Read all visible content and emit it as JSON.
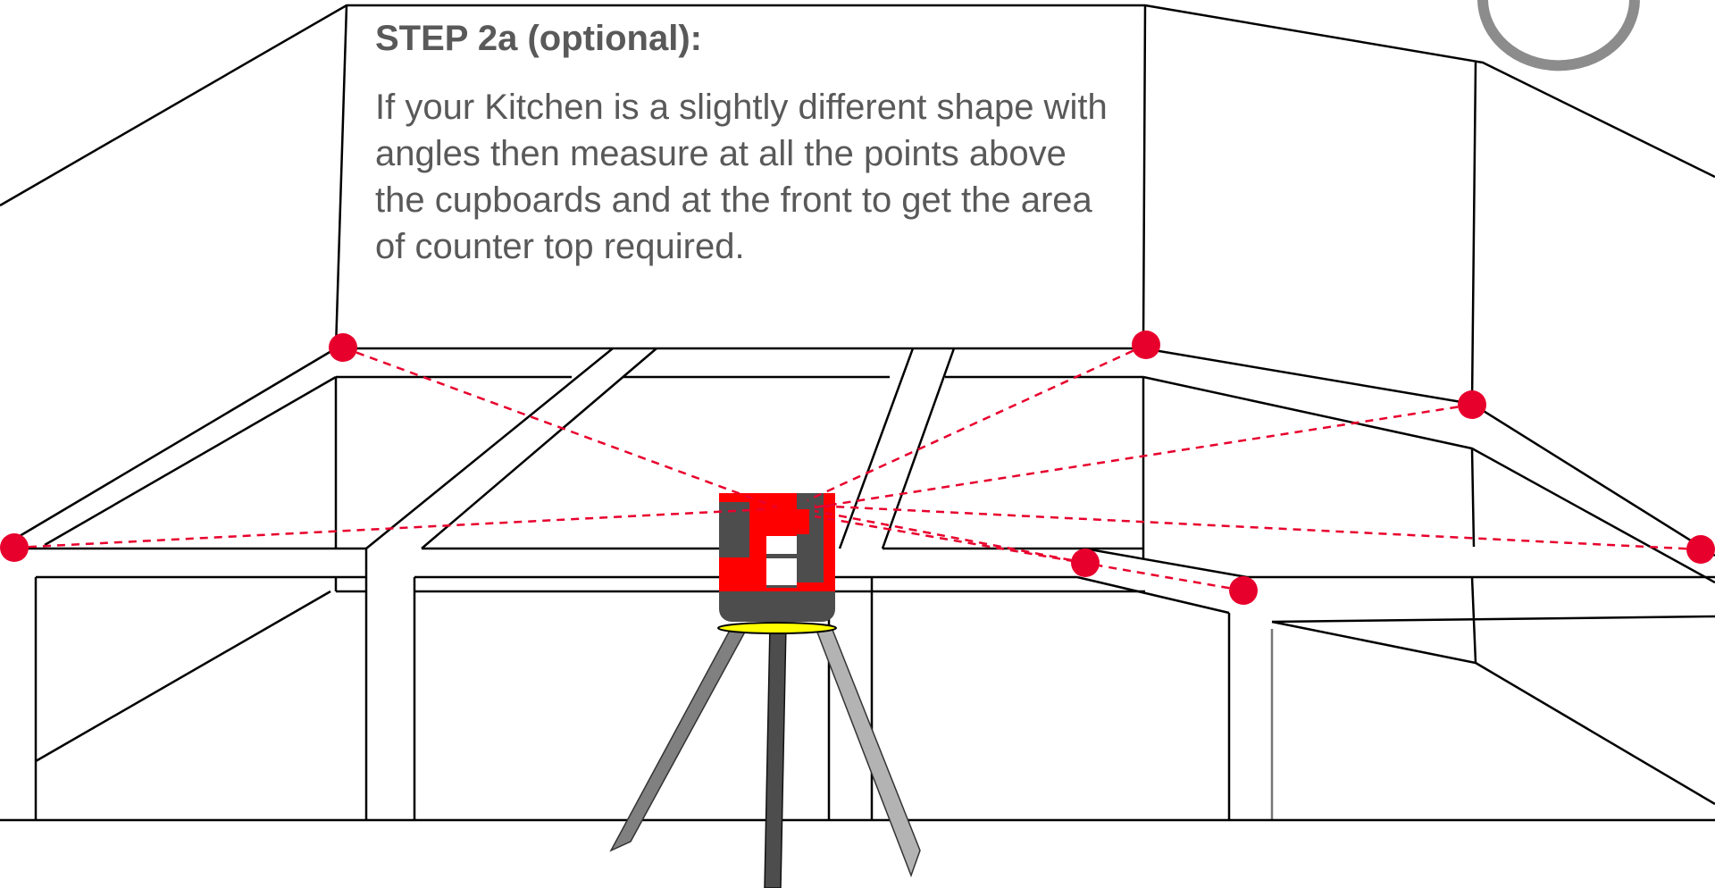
{
  "step": {
    "title": "STEP 2a (optional):",
    "description": "If your Kitchen is a slightly different shape with angles then measure at all the points above the cupboards and at the front to get the area of counter top required."
  },
  "colors": {
    "laser": "#e8002d",
    "laser_body": "#ff0000",
    "device_grey": "#4d4d4d",
    "tripod_mount": "#ffff00",
    "text": "#595959",
    "line": "#000000"
  },
  "icons": {
    "device": "laser-level-device",
    "stand": "tripod",
    "points": "measurement-point-dot",
    "corner_mark": "circular-logo-partial"
  }
}
